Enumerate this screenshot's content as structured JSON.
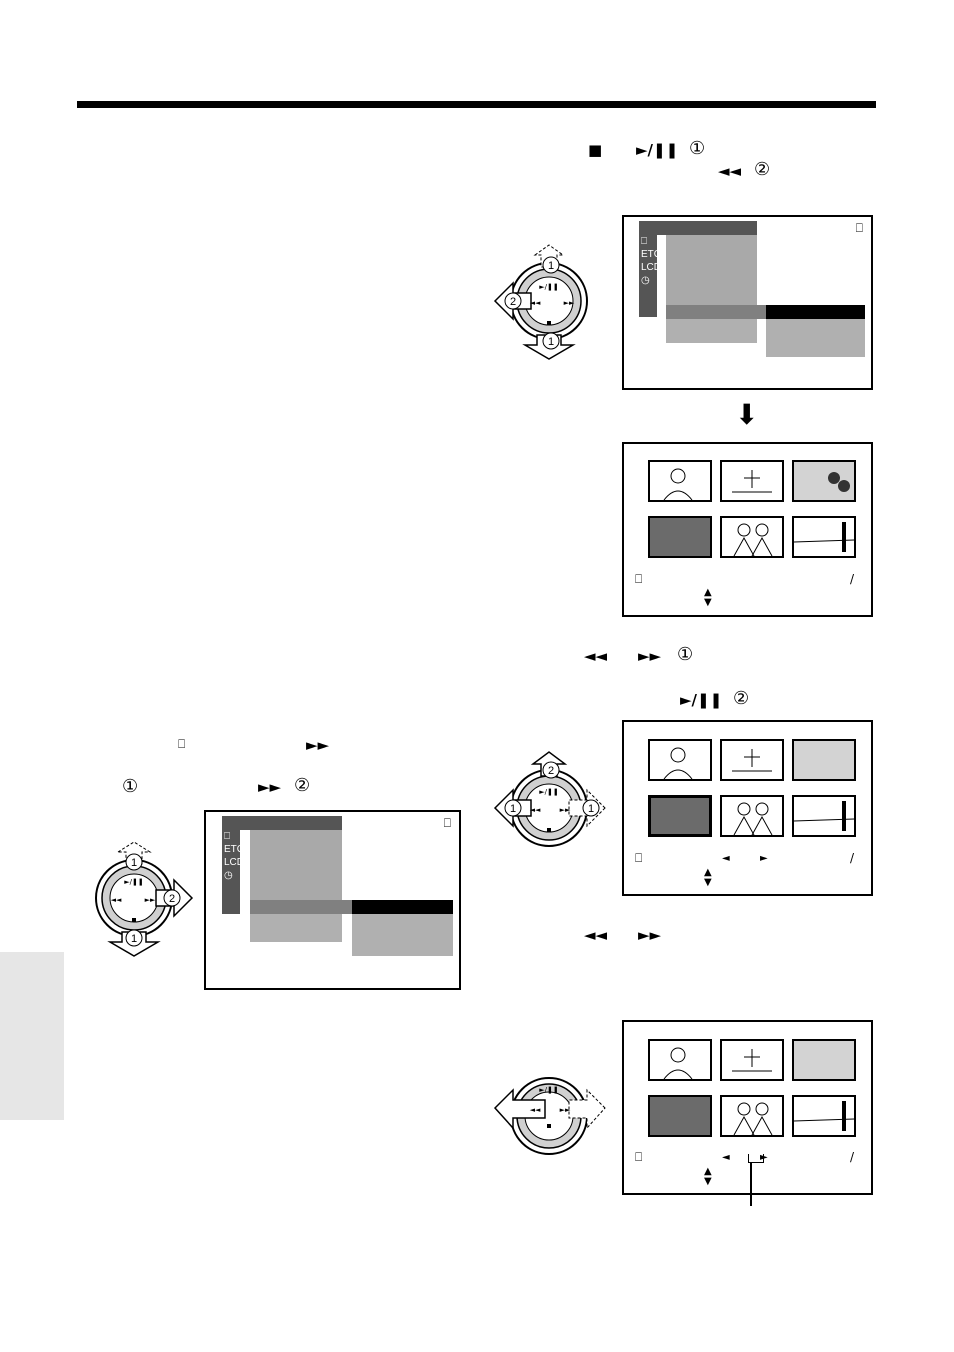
{
  "page": {
    "section_tab_color": "#e6e6e6"
  },
  "instructions": {
    "step1_stop": "■",
    "step1_play": "►/❚❚",
    "step1_num1": "①",
    "step1_rew": "◄◄",
    "step1_num2": "②",
    "step2_rew": "◄◄",
    "step2_ff": "►►",
    "step2_num1": "①",
    "step2_play": "►/❚❚",
    "step2_num2": "②",
    "step3_rew": "◄◄",
    "step3_ff": "►►",
    "left_card_icon": "⎕",
    "left_ff": "►►",
    "left_num1": "①",
    "left_ff2": "►►",
    "left_num2": "②"
  },
  "menu_screen": {
    "card_icon": "⎕",
    "side_items": [
      "⎕",
      "ETC",
      "LCD",
      "◷"
    ]
  },
  "thumb_screen": {
    "card_icon": "⎕",
    "slash": "/",
    "up_down": "▲▼",
    "left_arrow": "◄",
    "right_arrow": "►"
  },
  "dial": {
    "play_label": "►/❚❚",
    "rew_label": "◄◄",
    "ff_label": "►►",
    "stop_label": "■",
    "num1": "①",
    "num2": "②"
  },
  "down_arrow": "⬇"
}
